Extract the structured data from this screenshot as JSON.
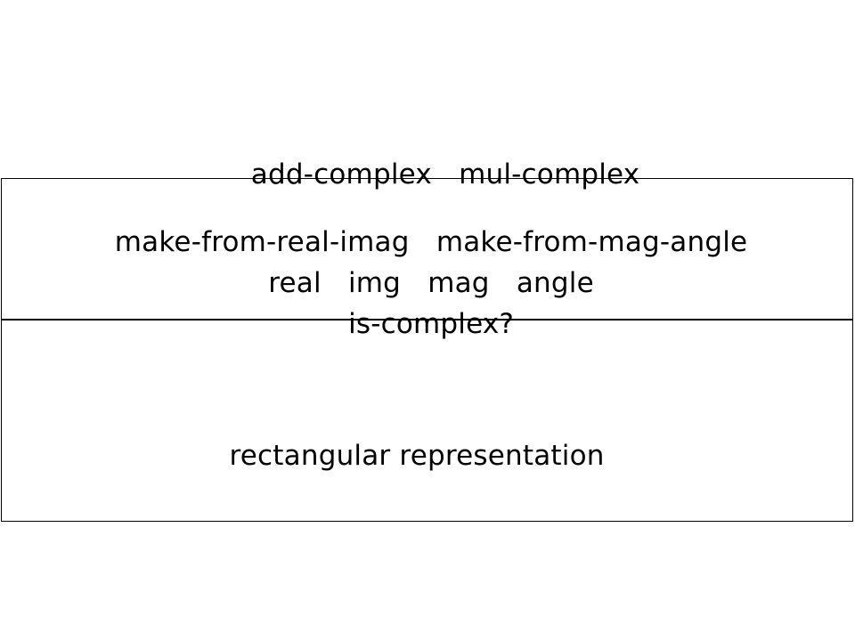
{
  "top_layer": {
    "ops": [
      "add-complex",
      "mul-complex"
    ]
  },
  "interface_layer": {
    "constructors": [
      "make-from-real-imag",
      "make-from-mag-angle"
    ],
    "selectors": [
      "real",
      "img",
      "mag",
      "angle"
    ],
    "predicate": "is-complex?"
  },
  "representation_layer": {
    "label": "rectangular representation"
  }
}
